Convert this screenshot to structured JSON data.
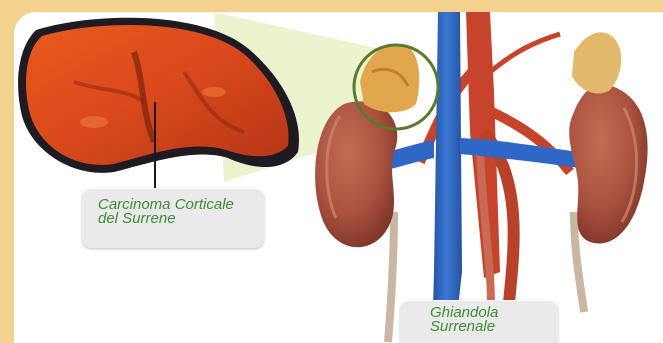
{
  "labels": {
    "carcinoma": {
      "line1": "Carcinoma Corticale",
      "line2": "del Surrene"
    },
    "adrenal": {
      "line1": "Ghiandola",
      "line2": "Surrenale"
    }
  },
  "colors": {
    "page_background": "#f3d28c",
    "label_text": "#3d8c34",
    "label_box": "#eaeaea",
    "highlight_circle": "#5a7a2c",
    "zoom_cone": "#e9f1c7",
    "vena_cava": "#2f67c6",
    "aorta": "#c7442c",
    "kidney": "#a9523f",
    "tumor_section": "#d8481c"
  },
  "icons": [
    "tumor-section-image",
    "kidney-anatomy-image",
    "magnify-circle-icon",
    "zoom-cone-shape"
  ]
}
